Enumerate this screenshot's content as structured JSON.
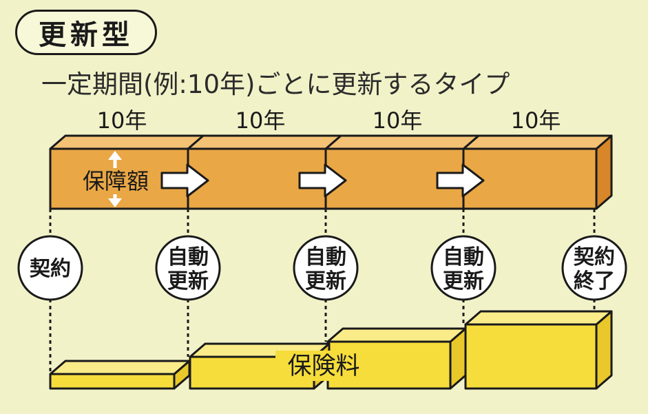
{
  "title": "更新型",
  "subtitle": "一定期間(例:10年)ごとに更新するタイプ",
  "periods": [
    "10年",
    "10年",
    "10年",
    "10年"
  ],
  "coverage_label": "保障額",
  "premium_label": "保険料",
  "milestones": [
    {
      "line1": "契約",
      "line2": ""
    },
    {
      "line1": "自動",
      "line2": "更新"
    },
    {
      "line1": "自動",
      "line2": "更新"
    },
    {
      "line1": "自動",
      "line2": "更新"
    },
    {
      "line1": "契約",
      "line2": "終了"
    }
  ],
  "premium_levels": [
    1,
    2,
    2.3,
    3
  ],
  "colors": {
    "background": "#f1f2c8",
    "coverage_front": "#e9a745",
    "coverage_top": "#f3c274",
    "coverage_side": "#d7862a",
    "premium_front": "#f6dd3b",
    "premium_top": "#fbec8a",
    "premium_side": "#e8c82a"
  }
}
